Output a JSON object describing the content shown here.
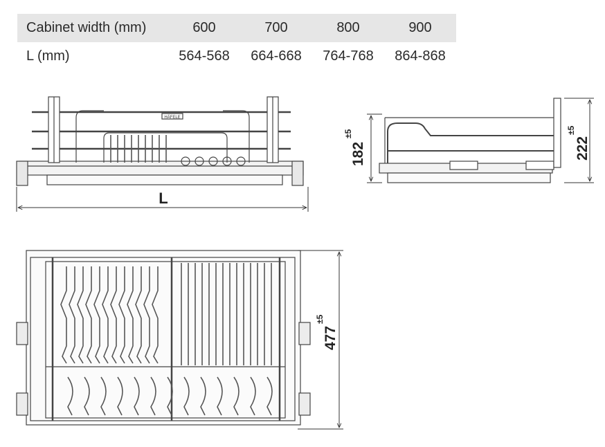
{
  "table": {
    "header": {
      "label": "Cabinet width (mm)",
      "values": [
        "600",
        "700",
        "800",
        "900"
      ]
    },
    "row": {
      "label": "L (mm)",
      "values": [
        "564-568",
        "664-668",
        "764-768",
        "864-868"
      ]
    }
  },
  "front_view": {
    "dimension_label": "L",
    "brand_label": "HÄFELE"
  },
  "side_view": {
    "height_left": "182",
    "height_left_tol": "±5",
    "height_right": "222",
    "height_right_tol": "±5"
  },
  "top_view": {
    "depth": "477",
    "depth_tol": "±5"
  }
}
